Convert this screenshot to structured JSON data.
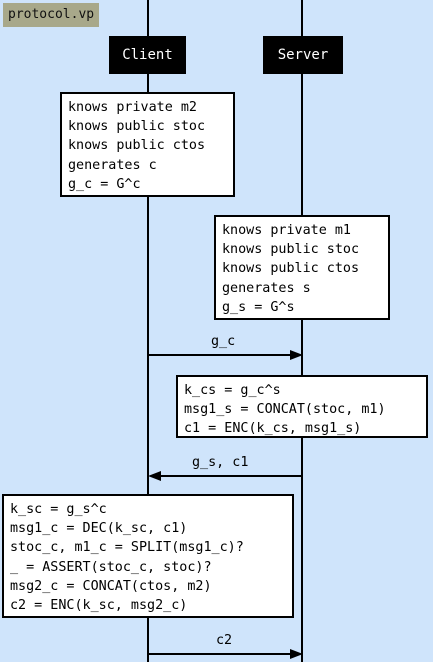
{
  "file_tag": "protocol.vp",
  "actors": {
    "client": "Client",
    "server": "Server"
  },
  "client_init": {
    "lines": [
      "knows private m2",
      "knows public stoc",
      "knows public ctos",
      "generates c",
      "g_c = G^c"
    ]
  },
  "server_init": {
    "lines": [
      "knows private m1",
      "knows public stoc",
      "knows public ctos",
      "generates s",
      "g_s = G^s"
    ]
  },
  "messages": [
    {
      "label": "g_c",
      "from": "client",
      "to": "server"
    },
    {
      "label": "g_s, c1",
      "from": "server",
      "to": "client"
    },
    {
      "label": "c2",
      "from": "client",
      "to": "server"
    }
  ],
  "server_compute": {
    "lines": [
      "k_cs = g_c^s",
      "msg1_s = CONCAT(stoc, m1)",
      "c1 = ENC(k_cs, msg1_s)"
    ]
  },
  "client_compute": {
    "lines": [
      "k_sc = g_s^c",
      "msg1_c = DEC(k_sc, c1)",
      "stoc_c, m1_c = SPLIT(msg1_c)?",
      "_ = ASSERT(stoc_c, stoc)?",
      "msg2_c = CONCAT(ctos, m2)",
      "c2 = ENC(k_sc, msg2_c)"
    ]
  }
}
